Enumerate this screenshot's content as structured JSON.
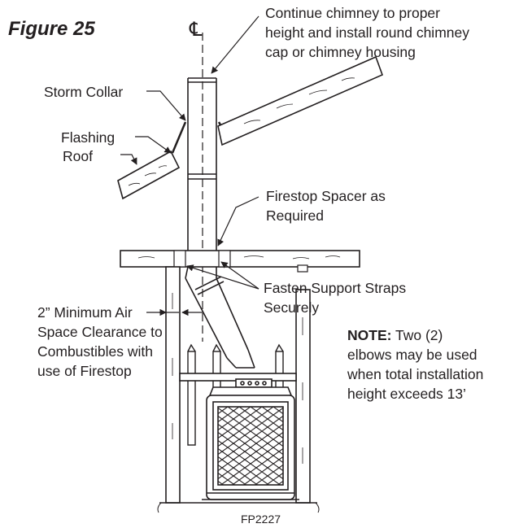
{
  "figure_label": "Figure 25",
  "centerline_symbol": "℄",
  "labels": {
    "chimney_top": [
      "Continue chimney to proper",
      "height and install round chimney",
      "cap or chimney housing"
    ],
    "storm_collar": "Storm Collar",
    "flashing": "Flashing",
    "roof": "Roof",
    "firestop_spacer": [
      "Firestop Spacer as",
      "Required"
    ],
    "support_straps": [
      "Fasten Support Straps",
      "Securely"
    ],
    "air_space": [
      "2” Minimum Air",
      "Space Clearance to",
      "Combustibles with",
      "use of Firestop"
    ]
  },
  "note": {
    "bold": "NOTE:",
    "first_line_rest": " Two (2)",
    "lines": [
      "elbows may be used",
      "when total installation",
      "height exceeds 13’"
    ]
  },
  "part_code": "FP2227",
  "colors": {
    "line": "#231f20",
    "background": "#ffffff"
  }
}
